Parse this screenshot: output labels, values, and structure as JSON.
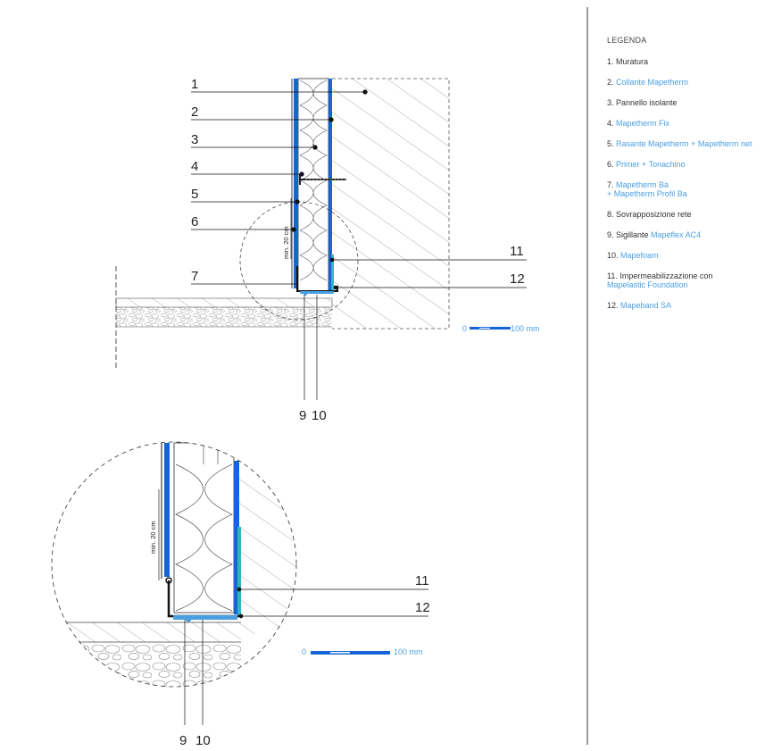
{
  "legend": {
    "title": "LEGENDA",
    "items": [
      {
        "n": "1.",
        "parts": [
          {
            "t": " Muratura",
            "blue": false
          }
        ]
      },
      {
        "n": "2.",
        "parts": [
          {
            "t": " Collante Mapetherm",
            "blue": true
          }
        ]
      },
      {
        "n": "3.",
        "parts": [
          {
            "t": " Pannello isolante",
            "blue": false
          }
        ]
      },
      {
        "n": "4.",
        "parts": [
          {
            "t": " Mapetherm Fix",
            "blue": true
          }
        ]
      },
      {
        "n": "5.",
        "parts": [
          {
            "t": " Rasante Mapetherm + Mapetherm net",
            "blue": true
          }
        ]
      },
      {
        "n": "6.",
        "parts": [
          {
            "t": " Primer + Tonachino",
            "blue": true
          }
        ]
      },
      {
        "n": "7.",
        "parts": [
          {
            "t": " Mapetherm Ba",
            "blue": true
          },
          {
            "t": "+ Mapetherm Profil Ba",
            "blue": true,
            "br": true
          }
        ]
      },
      {
        "n": "8.",
        "parts": [
          {
            "t": " Sovrapposizione rete",
            "blue": false
          }
        ]
      },
      {
        "n": "9.",
        "parts": [
          {
            "t": " Sigillante ",
            "blue": false
          },
          {
            "t": "Mapeflex AC4",
            "blue": true
          }
        ]
      },
      {
        "n": "10.",
        "parts": [
          {
            "t": " Mapefoam",
            "blue": true
          }
        ]
      },
      {
        "n": "11.",
        "parts": [
          {
            "t": " Impermeabilizzazione con",
            "blue": false
          },
          {
            "t": "Mapelastic Foundation",
            "blue": true,
            "br": true
          }
        ]
      },
      {
        "n": "12.",
        "parts": [
          {
            "t": " Mapeband SA",
            "blue": true
          }
        ]
      }
    ]
  },
  "callouts": {
    "top_left": [
      "1",
      "2",
      "3",
      "4",
      "5",
      "6",
      "7"
    ],
    "top_right": [
      "11",
      "12"
    ],
    "top_bottom": [
      "9",
      "10"
    ],
    "detail_right": [
      "11",
      "12"
    ],
    "detail_bottom": [
      "9",
      "10"
    ]
  },
  "dimension_label": "min. 20 cm",
  "scale": {
    "zero": "0",
    "end": "100 mm"
  },
  "colors": {
    "blue": "#1565d8",
    "light_blue": "#4a9fe3",
    "cyan": "#33b3c7",
    "ink": "#222222"
  }
}
